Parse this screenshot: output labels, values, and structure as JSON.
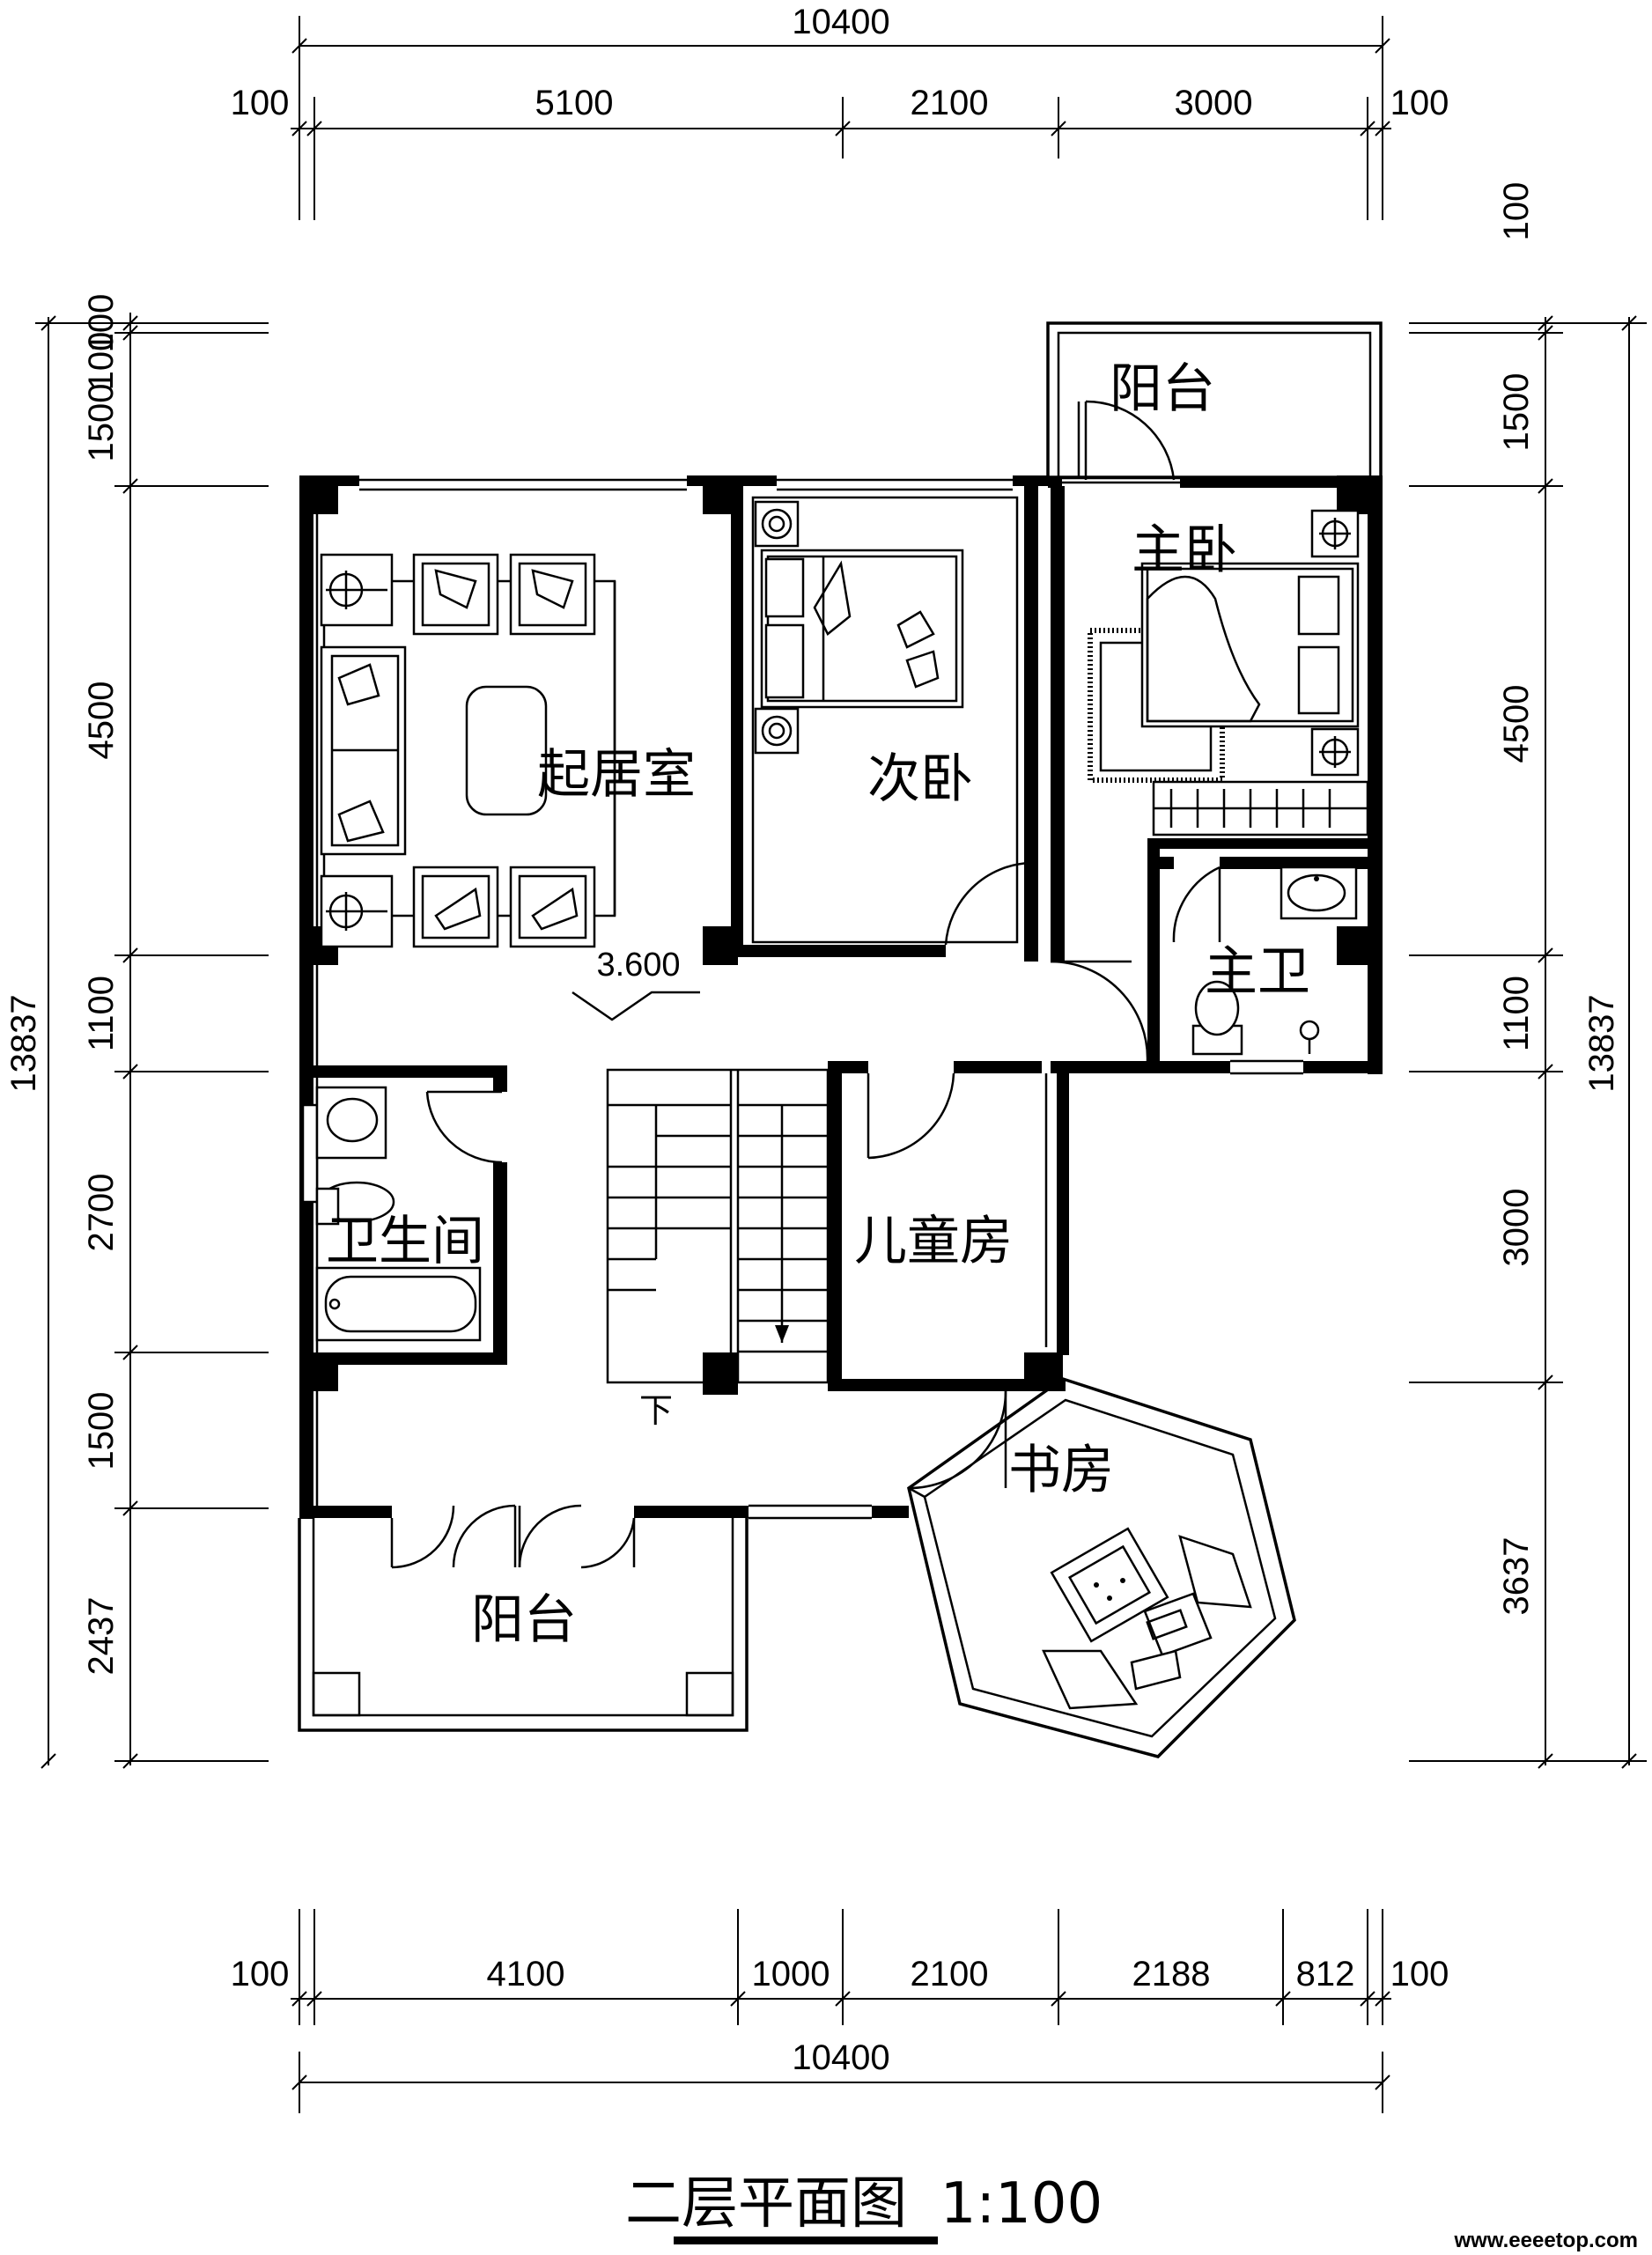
{
  "drawing": {
    "title": "二层平面图",
    "scale": "1:100",
    "footer": "www.eeeetop.com"
  },
  "dimensions": {
    "top_total": "10400",
    "top_segments": [
      "100",
      "5100",
      "2100",
      "3000",
      "100"
    ],
    "bottom_segments": [
      "100",
      "4100",
      "1000",
      "2100",
      "2188",
      "812",
      "100"
    ],
    "bottom_total": "10400",
    "left_segments": [
      "100",
      "100",
      "1500",
      "4500",
      "1100",
      "2700",
      "1500",
      "2437"
    ],
    "left_total": "13837",
    "right_segments": [
      "100",
      "1500",
      "4500",
      "1100",
      "3000",
      "3637"
    ],
    "right_total": "13837"
  },
  "rooms": {
    "balcony_top": "阳台",
    "master_bedroom": "主卧",
    "living_room": "起居室",
    "second_bedroom": "次卧",
    "master_bath": "主卫",
    "bathroom": "卫生间",
    "kids_room": "儿童房",
    "study": "书房",
    "balcony_bottom": "阳台"
  },
  "annotations": {
    "level": "3.600",
    "stair_down": "下"
  }
}
